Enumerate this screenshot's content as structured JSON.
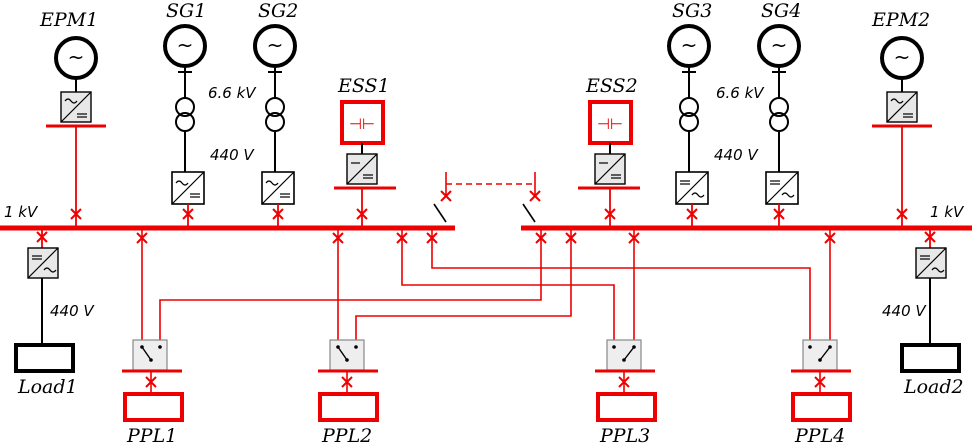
{
  "labels": {
    "epm1": "EPM1",
    "epm2": "EPM2",
    "sg1": "SG1",
    "sg2": "SG2",
    "sg3": "SG3",
    "sg4": "SG4",
    "ess1": "ESS1",
    "ess2": "ESS2",
    "load1": "Load1",
    "load2": "Load2",
    "ppl1": "PPL1",
    "ppl2": "PPL2",
    "ppl3": "PPL3",
    "ppl4": "PPL4"
  },
  "voltages": {
    "bus_left": "1 kV",
    "bus_right": "1 kV",
    "gen_left": "6.6 kV",
    "gen_right": "6.6 kV",
    "aux_left": "440 V",
    "aux_right": "440 V",
    "load_left": "440 V",
    "load_right": "440 V"
  },
  "icons": {
    "generator": "~",
    "battery": "⊣⊢"
  },
  "colors": {
    "bus": "#ee0000",
    "equipment": "#000000",
    "background": "#ffffff"
  }
}
